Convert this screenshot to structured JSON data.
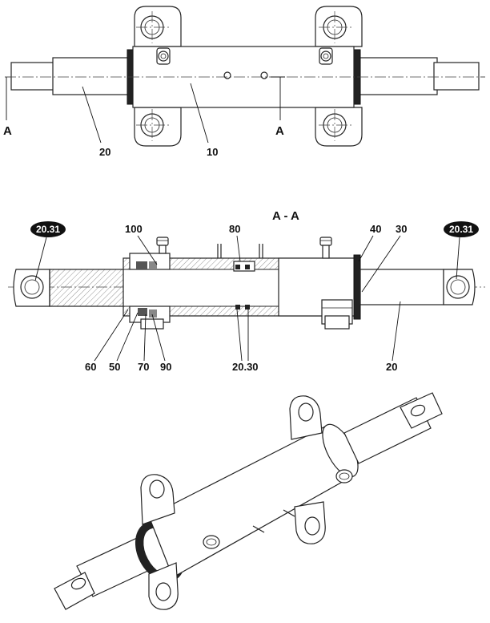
{
  "top_view": {
    "section_marks": [
      "A",
      "A"
    ],
    "callouts": [
      "20",
      "10"
    ]
  },
  "section_view": {
    "title": "A - A",
    "badges": [
      "20.31",
      "20.31"
    ],
    "callouts_top": [
      "100",
      "80",
      "40",
      "30"
    ],
    "callouts_bottom": [
      "60",
      "50",
      "70",
      "90",
      "20.30",
      "20"
    ]
  },
  "colors": {
    "line": "#222222",
    "badge_fill": "#111111",
    "badge_text": "#ffffff"
  },
  "icons": {
    "fitting": "grease-fitting-icon"
  }
}
